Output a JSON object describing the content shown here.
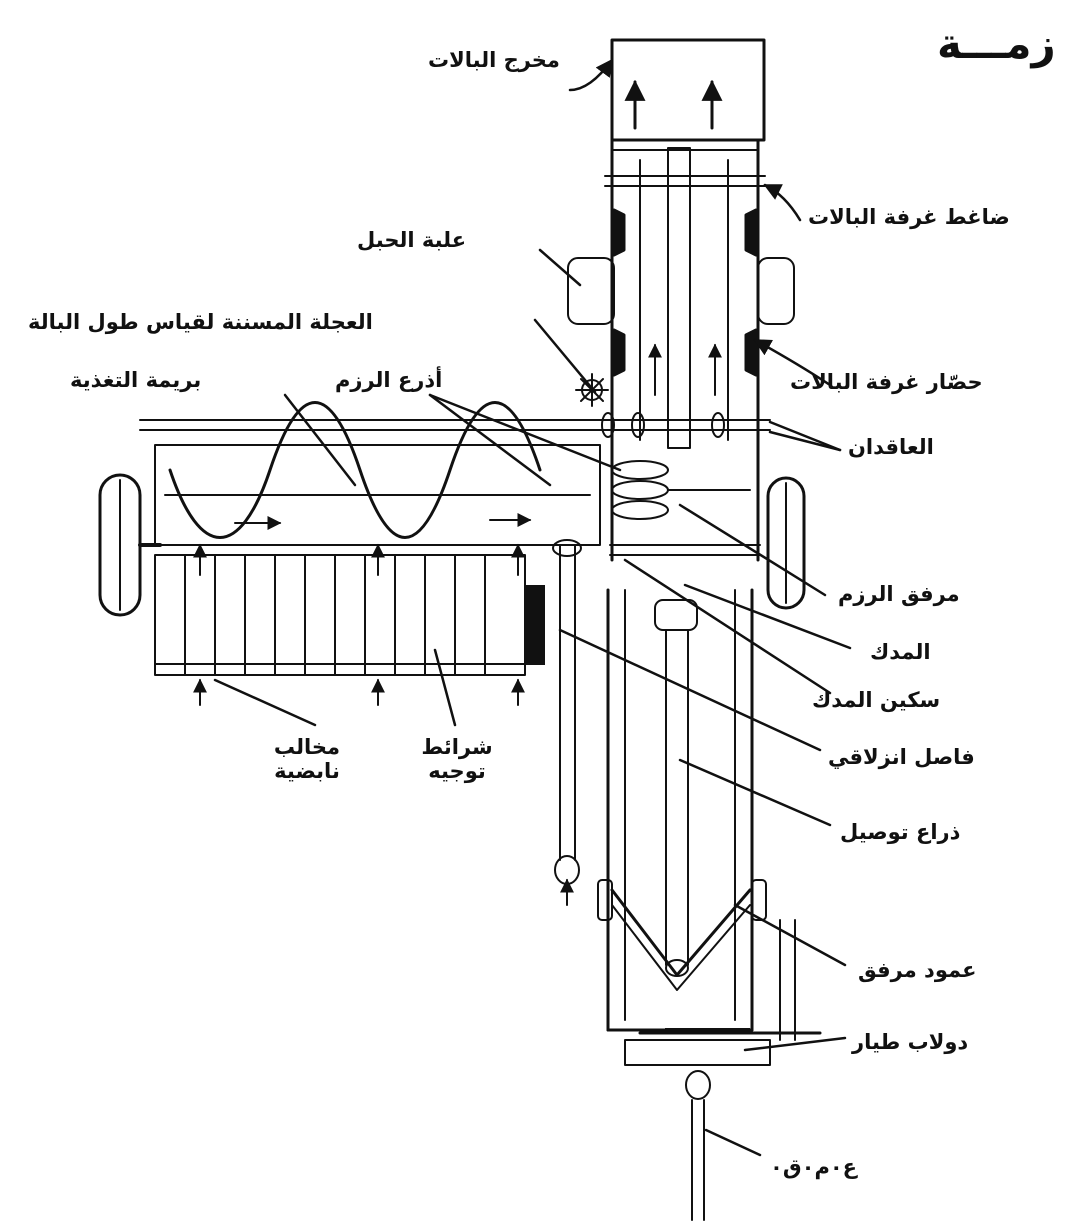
{
  "heading": "زمـــة",
  "labels": {
    "bale_outlet": "مخرج البالات",
    "bale_chamber_pressure": "ضاغط غرفة البالات",
    "twine_box": "علبة الحبل",
    "star_wheel": "العجلة المسننة لقياس طول البالة",
    "feed_auger": "بريمة التغذية",
    "bundle_needles": "أذرع الرزم",
    "bale_chamber_wall": "حصّار غرفة البالات",
    "knotters": "العاقدان",
    "bundle_crank": "مرفق الرزم",
    "ram": "المدك",
    "ram_knife": "سكين المدك",
    "slip_clutch": "فاصل انزلاقي",
    "connecting_rod": "ذراع توصيل",
    "crank_shaft": "عمود مرفق",
    "flywheel": "دولاب طيار",
    "pto": "ع٠م٠ق٠",
    "pickup_tines_line1": "مخالب",
    "pickup_tines_line2": "نابضية",
    "guide_strips_line1": "شرائط",
    "guide_strips_line2": "توجيه"
  },
  "colors": {
    "ink": "#111111",
    "paper": "#ffffff"
  }
}
